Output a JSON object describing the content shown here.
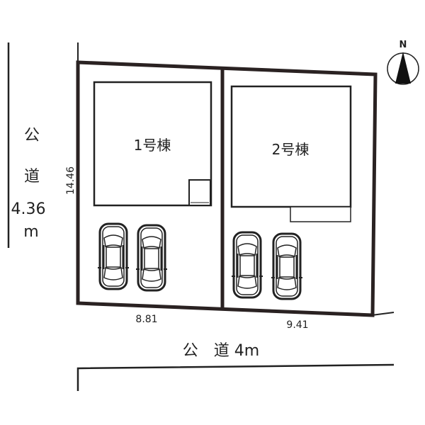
{
  "buildings": [
    {
      "label": "1号棟"
    },
    {
      "label": "2号棟"
    }
  ],
  "dimensions": {
    "depth": "14.46",
    "frontage_1": "8.81",
    "frontage_2": "9.41"
  },
  "left_road": {
    "char1": "公",
    "char2": "道",
    "width": "4.36",
    "unit": "m"
  },
  "front_road": {
    "label": "公　道 4m"
  },
  "compass": {
    "label": "N"
  },
  "colors": {
    "line": "#1a1a1a"
  }
}
